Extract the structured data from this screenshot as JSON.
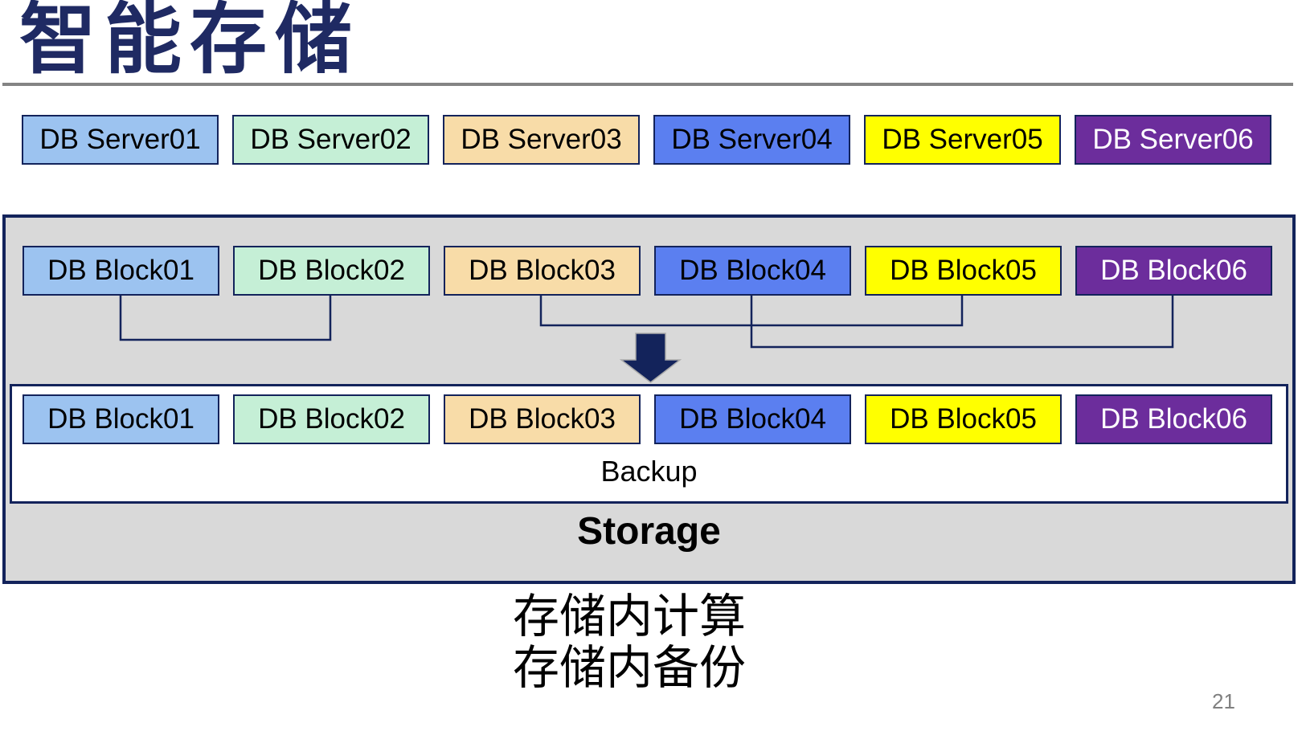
{
  "title": "智能存储",
  "page_number": "21",
  "palette": [
    {
      "name": "light-blue",
      "fill": "#9CC3F0",
      "text": "#000000"
    },
    {
      "name": "mint-green",
      "fill": "#C5EFD6",
      "text": "#000000"
    },
    {
      "name": "tan",
      "fill": "#F8DCA8",
      "text": "#000000"
    },
    {
      "name": "blue",
      "fill": "#5B7FF0",
      "text": "#000000"
    },
    {
      "name": "yellow",
      "fill": "#FFFF00",
      "text": "#000000"
    },
    {
      "name": "purple",
      "fill": "#6C2D9C",
      "text": "#FFFFFF"
    }
  ],
  "servers": [
    "DB Server01",
    "DB Server02",
    "DB Server03",
    "DB Server04",
    "DB Server05",
    "DB Server06"
  ],
  "storage_unit": {
    "blocks_top": [
      "DB Block01",
      "DB Block02",
      "DB Block03",
      "DB Block04",
      "DB Block05",
      "DB Block06"
    ],
    "blocks_bottom": [
      "DB Block01",
      "DB Block02",
      "DB Block03",
      "DB Block04",
      "DB Block05",
      "DB Block06"
    ],
    "backup_label": "Backup",
    "storage_label": "Storage"
  },
  "caption": {
    "line1": "存储内计算",
    "line2": "存储内备份"
  },
  "colors": {
    "title_navy": "#1F2A63",
    "border_navy": "#13235B",
    "container_gray": "#D9D9D9",
    "rule_gray": "#848484",
    "arrow_navy": "#13235B",
    "page_number_gray": "#808080"
  }
}
